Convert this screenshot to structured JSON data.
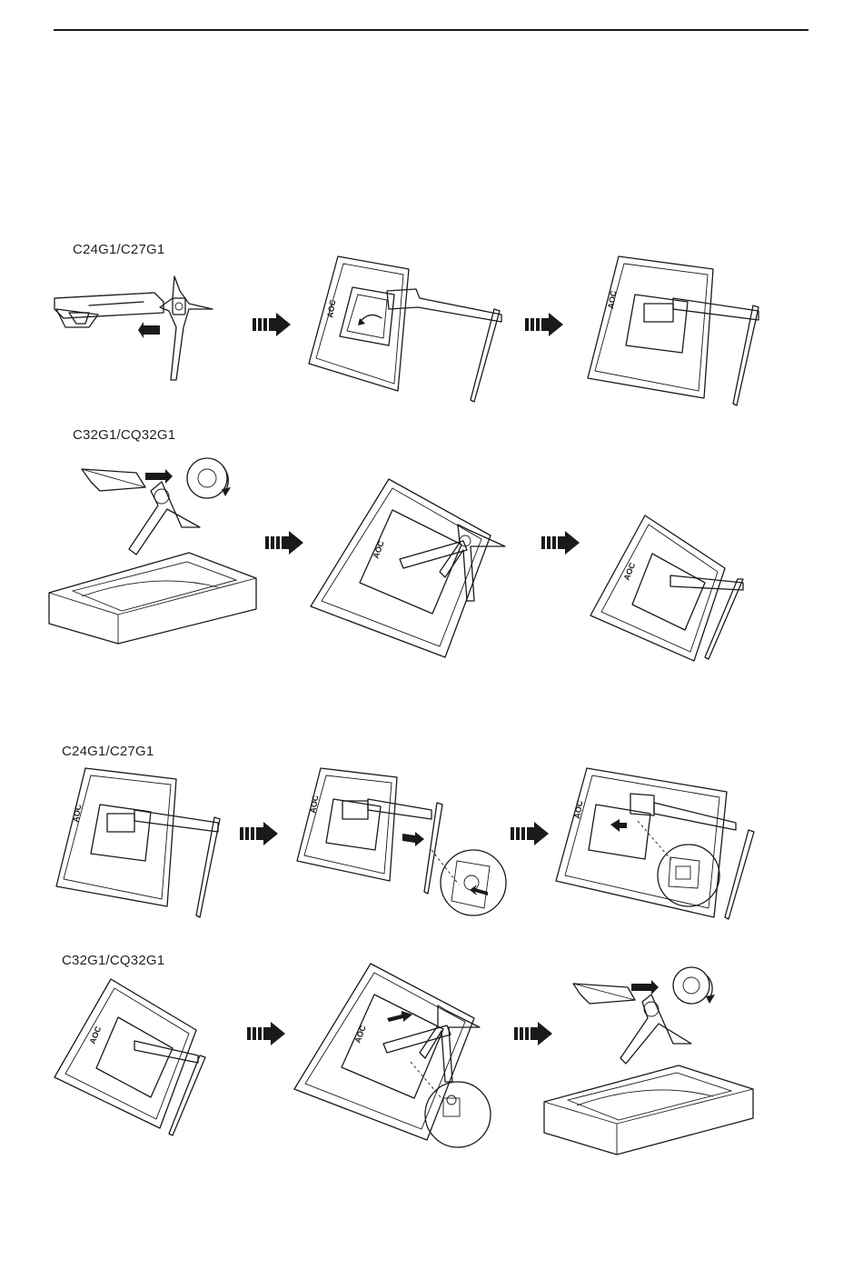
{
  "labels": {
    "section1_top": "C24G1/C27G1",
    "section1_bottom": "C32G1/CQ32G1",
    "section2_top": "C24G1/C27G1",
    "section2_bottom": "C32G1/CQ32G1"
  },
  "brand_logo": "AOC",
  "icons": {
    "step_arrow": "step-arrow-icon",
    "direction_arrow": "direction-arrow-icon",
    "rotate_arrow": "rotate-arrow-icon"
  },
  "colors": {
    "line": "#1a1a1a",
    "background": "#ffffff"
  }
}
